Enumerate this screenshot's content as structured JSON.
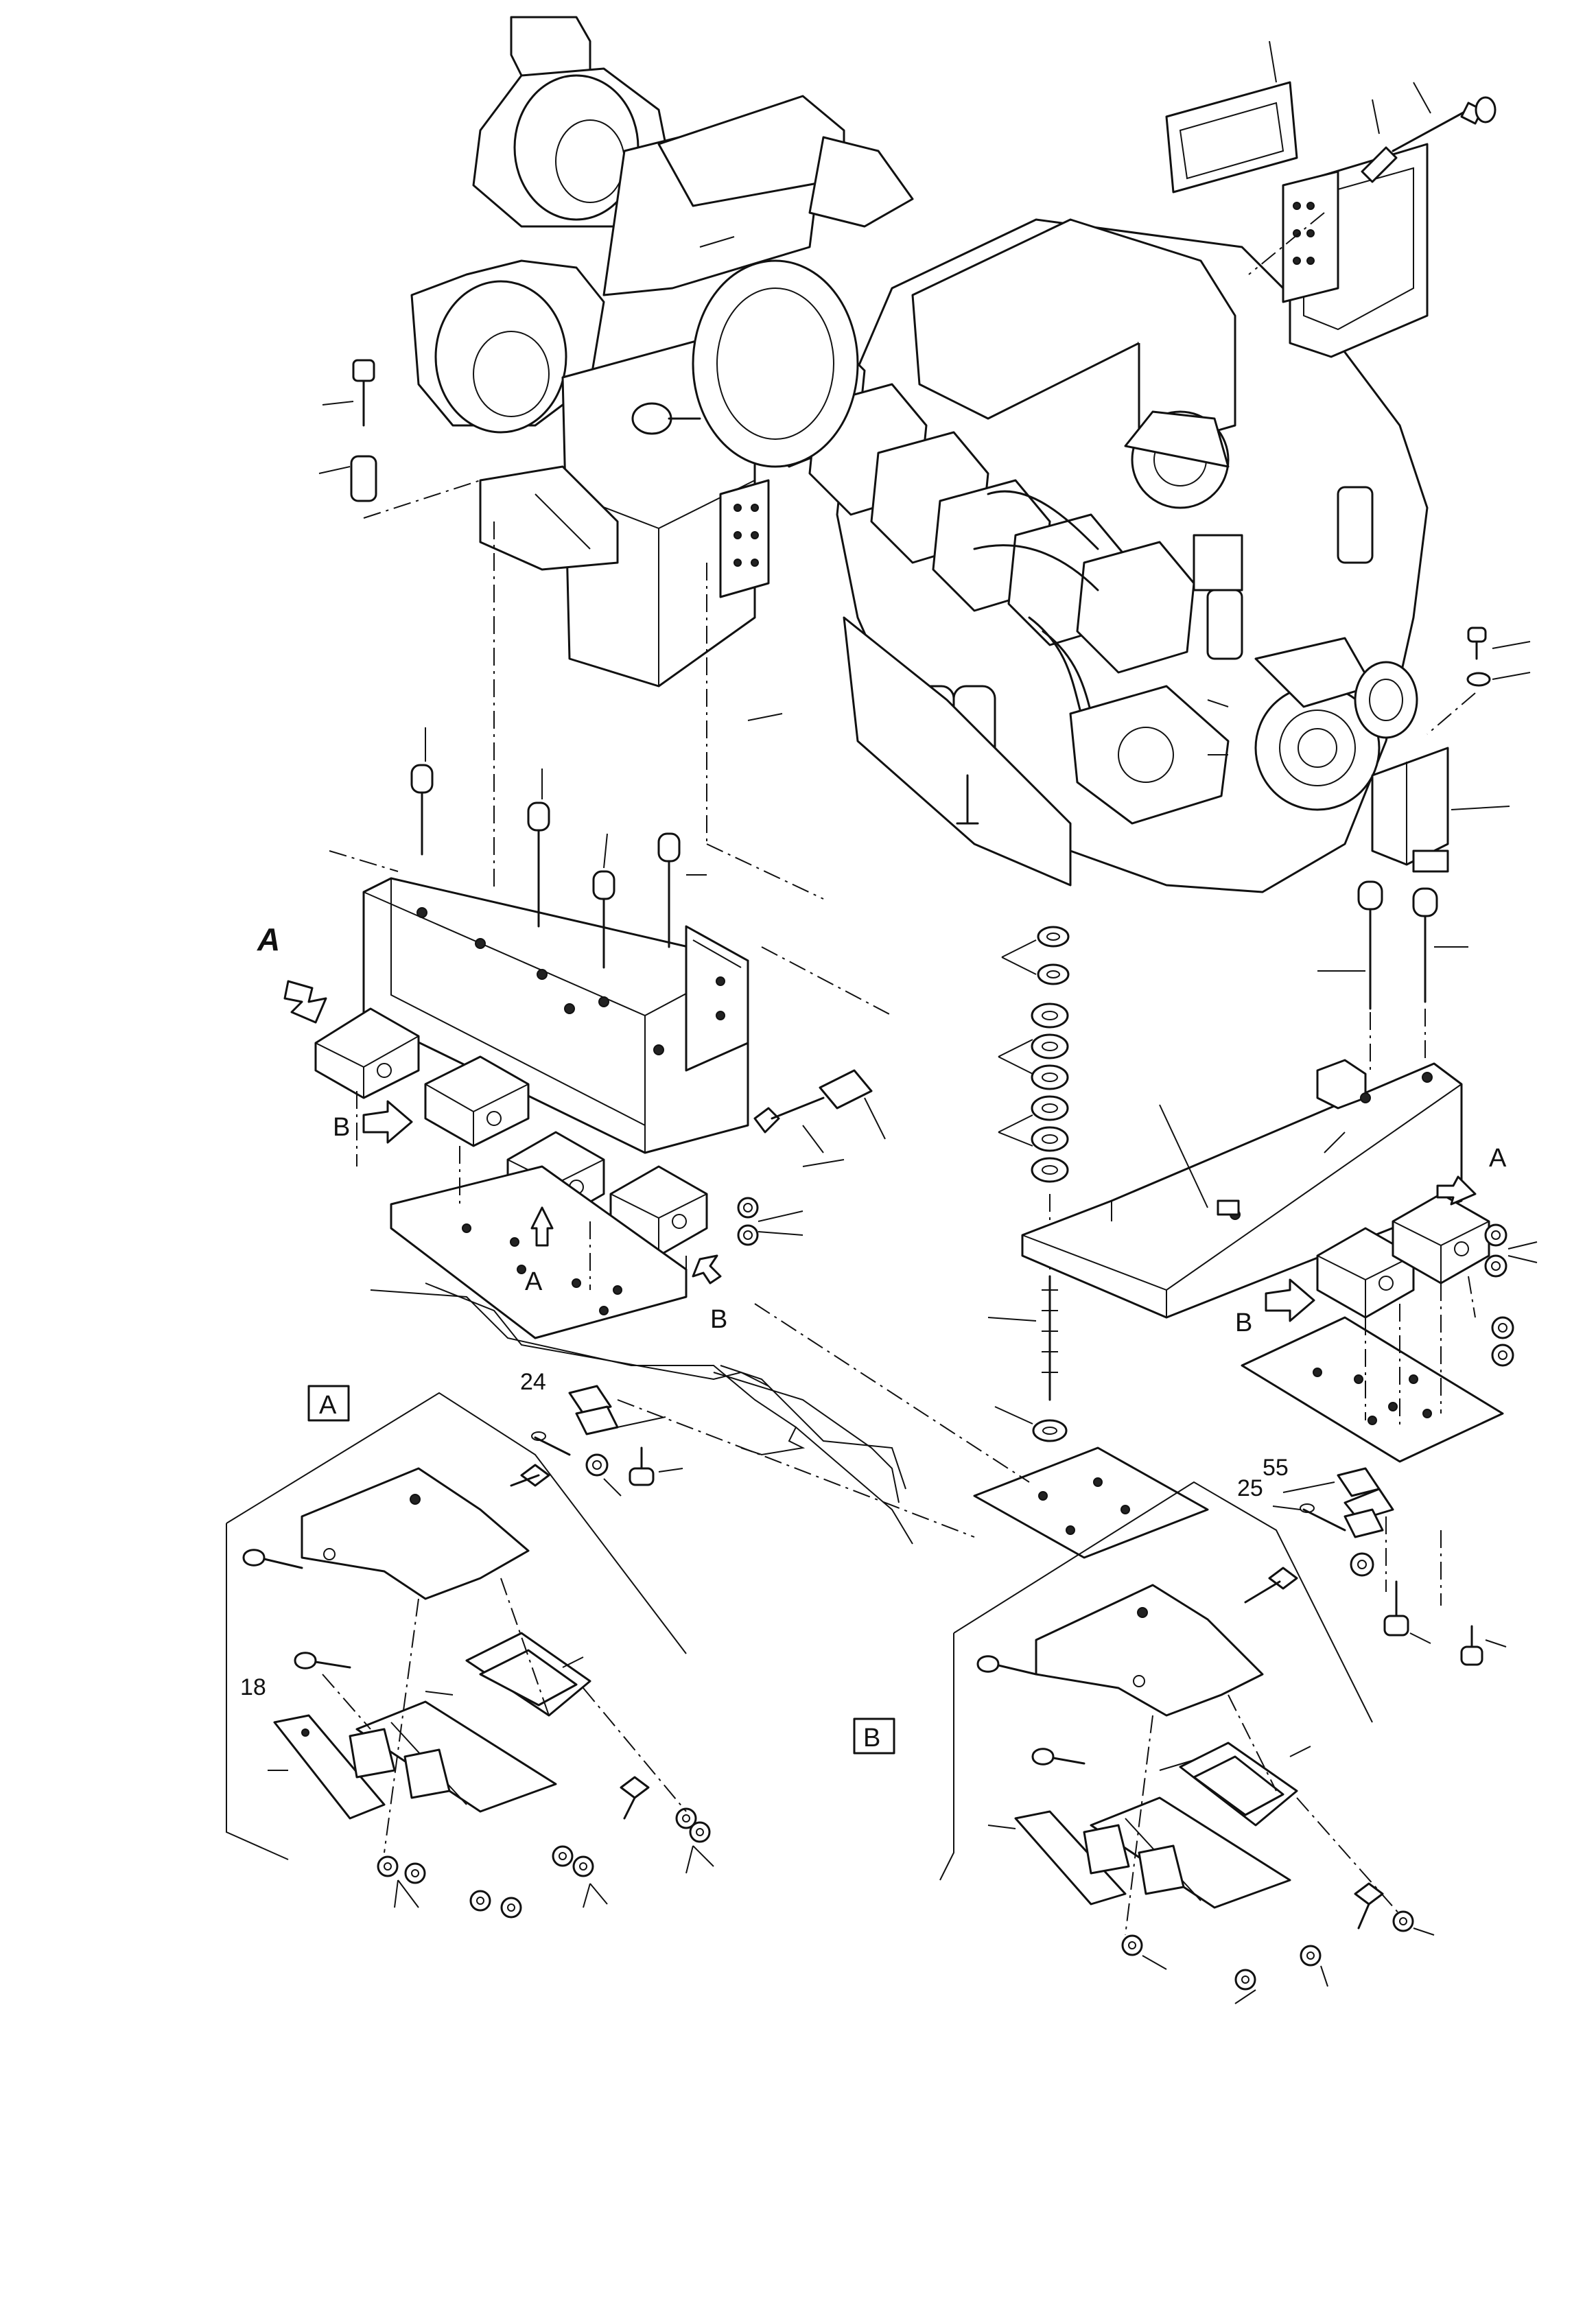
{
  "view_labels": {
    "a_main": "A",
    "b_left": "B",
    "a_under": "A",
    "b_under": "B",
    "a_right": "A",
    "b_right": "B"
  },
  "detail_boxes": {
    "a": "A",
    "b": "B"
  },
  "part_numbers": {
    "p24": "24",
    "p18": "18",
    "p55": "55",
    "p25": "25"
  }
}
